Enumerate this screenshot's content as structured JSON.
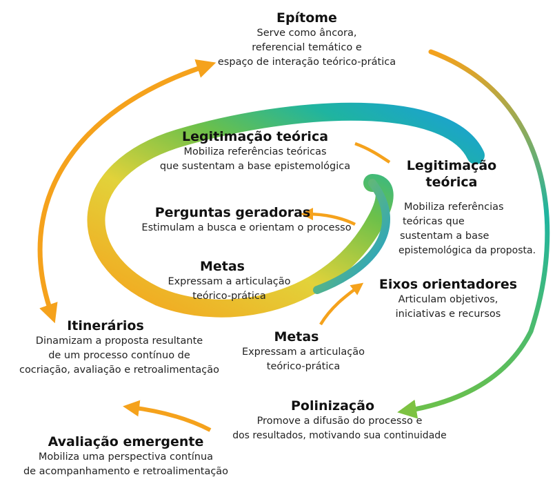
{
  "colors": {
    "orange": "#f5a21c",
    "yellow": "#e2d23a",
    "green": "#6cc04a",
    "teal": "#1fb4a0",
    "blue": "#1a9fd8",
    "text": "#1d1d1d"
  },
  "blocks": {
    "epitome": {
      "title": "Epítome",
      "lines": [
        "Serve como âncora,",
        "referencial temático e",
        "espaço de interação teórico-prática"
      ]
    },
    "legit_center": {
      "title": "Legitimação teórica",
      "lines": [
        "Mobiliza referências teóricas",
        "que sustentam a base epistemológica"
      ]
    },
    "legit_right": {
      "title_lines": [
        "Legitimação",
        "teórica"
      ],
      "lines": [
        "Mobiliza referências",
        "teóricas que",
        "sustentam a base",
        "epistemológica da proposta."
      ]
    },
    "perguntas": {
      "title": "Perguntas geradoras",
      "lines": [
        "Estimulam a busca e orientam o processo"
      ]
    },
    "metas_inner": {
      "title": "Metas",
      "lines": [
        "Expressam a articulação",
        "teórico-prática"
      ]
    },
    "eixos": {
      "title": "Eixos orientadores",
      "lines": [
        "Articulam objetivos,",
        "iniciativas e recursos"
      ]
    },
    "itinerarios": {
      "title": "Itinerários",
      "lines": [
        "Dinamizam a proposta resultante",
        "de um processo contínuo de",
        "cocriação, avaliação e retroalimentação"
      ]
    },
    "metas_outer": {
      "title": "Metas",
      "lines": [
        "Expressam a articulação",
        "teórico-prática"
      ]
    },
    "polinizacao": {
      "title": "Polinização",
      "lines": [
        "Promove a difusão do processo e",
        "dos resultados, motivando sua continuidade"
      ]
    },
    "avaliacao": {
      "title": "Avaliação emergente",
      "lines": [
        "Mobiliza uma perspectiva contínua",
        "de acompanhamento e retroalimentação"
      ]
    }
  }
}
